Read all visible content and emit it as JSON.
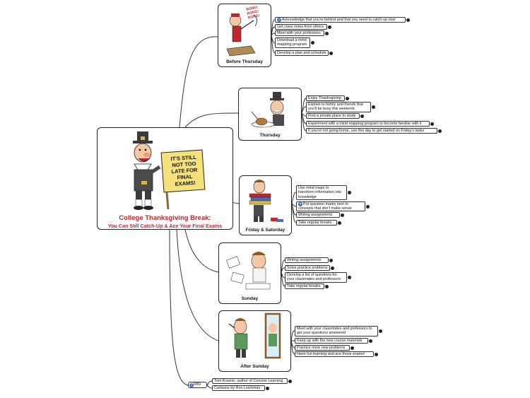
{
  "central": {
    "sign_text": "IT'S STILL NOT TOO LATE FOR FINAL EXAMS!",
    "title": "College Thanksgiving Break:",
    "subtitle": "You Can Still Catch-Up & Ace Your Final Exams"
  },
  "branches": [
    {
      "caption": "Before Thursday",
      "sound_text": "BONG! BONG! BONG!",
      "items": [
        {
          "label": "Acknowledge that you're behind and that you need to catch-up now",
          "icon": "info-icon"
        },
        {
          "label": "Get class notes from others"
        },
        {
          "label": "Meet with your professors"
        },
        {
          "label": "Download a mind mapping program"
        },
        {
          "label": "Develop a plan and schedule"
        }
      ]
    },
    {
      "caption": "Thursday",
      "items": [
        {
          "label": "Enjoy Thanksgiving"
        },
        {
          "label": "Explain to family and friends that you'll be busy this weekend"
        },
        {
          "label": "Find a private place to study"
        },
        {
          "label": "Experiment with a mind mapping program to become familiar with it"
        },
        {
          "label": "If you're not going home, use this day to get started on Friday's tasks"
        }
      ]
    },
    {
      "caption": "Friday & Saturday",
      "items": [
        {
          "label": "Use mind maps to transform information into knowledge"
        },
        {
          "label": "Put question marks next to concepts that don't make sense",
          "icon": "question-icon"
        },
        {
          "label": "Writing assignments"
        },
        {
          "label": "Take regular breaks"
        }
      ]
    },
    {
      "caption": "Sunday",
      "items": [
        {
          "label": "Writing assignments"
        },
        {
          "label": "Solve practice problems"
        },
        {
          "label": "Develop a list of questions for your classmates and professors"
        },
        {
          "label": "Take regular breaks"
        }
      ]
    },
    {
      "caption": "After Sunday",
      "items": [
        {
          "label": "Meet with your classmates and professors to get your questions answered"
        },
        {
          "label": "Keep up with the new course materials"
        },
        {
          "label": "Practice more new problems"
        },
        {
          "label": "Have fun learning and ace those exams!"
        }
      ]
    }
  ],
  "info": {
    "label": "Info",
    "items": [
      {
        "label": "Tom Krasnic, author of Concise Learning"
      },
      {
        "label": "Cartoons by Ron Leishman"
      }
    ]
  },
  "colors": {
    "title_red": "#c0282d",
    "info_blue": "#3a6fc4",
    "line": "#333333",
    "sign_yellow": "#f6e27a"
  }
}
